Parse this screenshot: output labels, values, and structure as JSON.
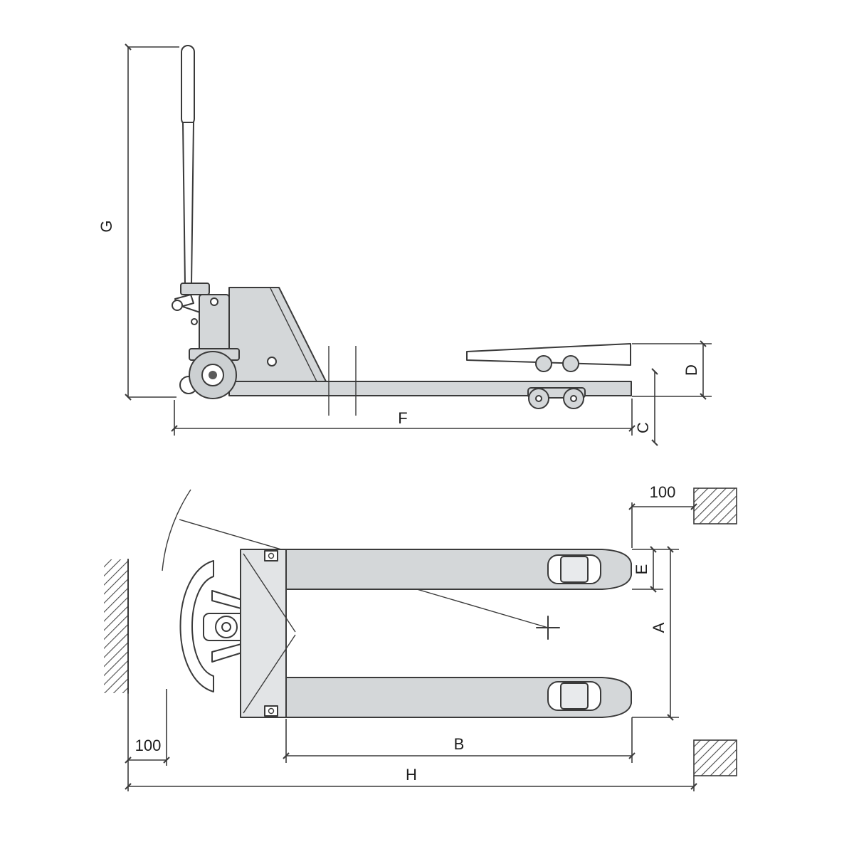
{
  "diagram": {
    "labels": {
      "G": "G",
      "F": "F",
      "D": "D",
      "C": "C",
      "E": "E",
      "A": "A",
      "B": "B",
      "H": "H",
      "front_clearance": "100",
      "rear_clearance": "100"
    },
    "colors": {
      "line": "#3a3a3a",
      "part_fill": "#d4d7d9",
      "background": "#ffffff"
    }
  }
}
